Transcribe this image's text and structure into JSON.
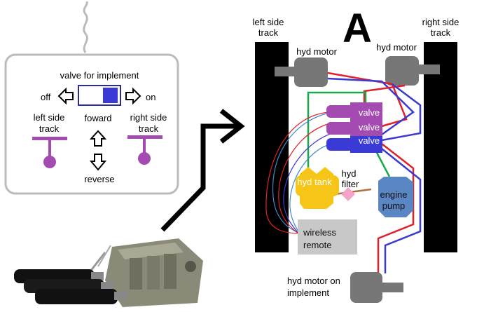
{
  "remote_box": {
    "valve_label": "valve for implement",
    "off_label": "off",
    "on_label": "on",
    "left_track_label": [
      "left side",
      "track"
    ],
    "right_track_label": [
      "right side",
      "track"
    ],
    "forward_label": "foward",
    "reverse_label": "reverse"
  },
  "machine": {
    "title_glyph": "A",
    "left_track_label": [
      "left side",
      "track"
    ],
    "right_track_label": [
      "right side",
      "track"
    ],
    "left_motor_label": "hyd motor",
    "right_motor_label": "hyd motor",
    "valve_labels": [
      "valve",
      "valve",
      "valve"
    ],
    "tank_label": "hyd tank",
    "filter_label": [
      "hyd",
      "filter"
    ],
    "pump_label": [
      "engine",
      "pump"
    ],
    "remote_label": [
      "wireless",
      "remote"
    ],
    "implement_motor_label": [
      "hyd motor on",
      "implement"
    ]
  },
  "colors": {
    "track": "#000000",
    "motor": "#777777",
    "valve": "#a34bb0",
    "valve_blue": "#3a3ad6",
    "tank": "#f5c518",
    "pump": "#5b86c4",
    "filter": "#f5a3c8",
    "remote_bg": "#c8c8c8",
    "hose_red": "#e0202a",
    "hose_blue": "#3a3ad0",
    "hose_green": "#1aa84a",
    "lever": "#a34bb0"
  }
}
